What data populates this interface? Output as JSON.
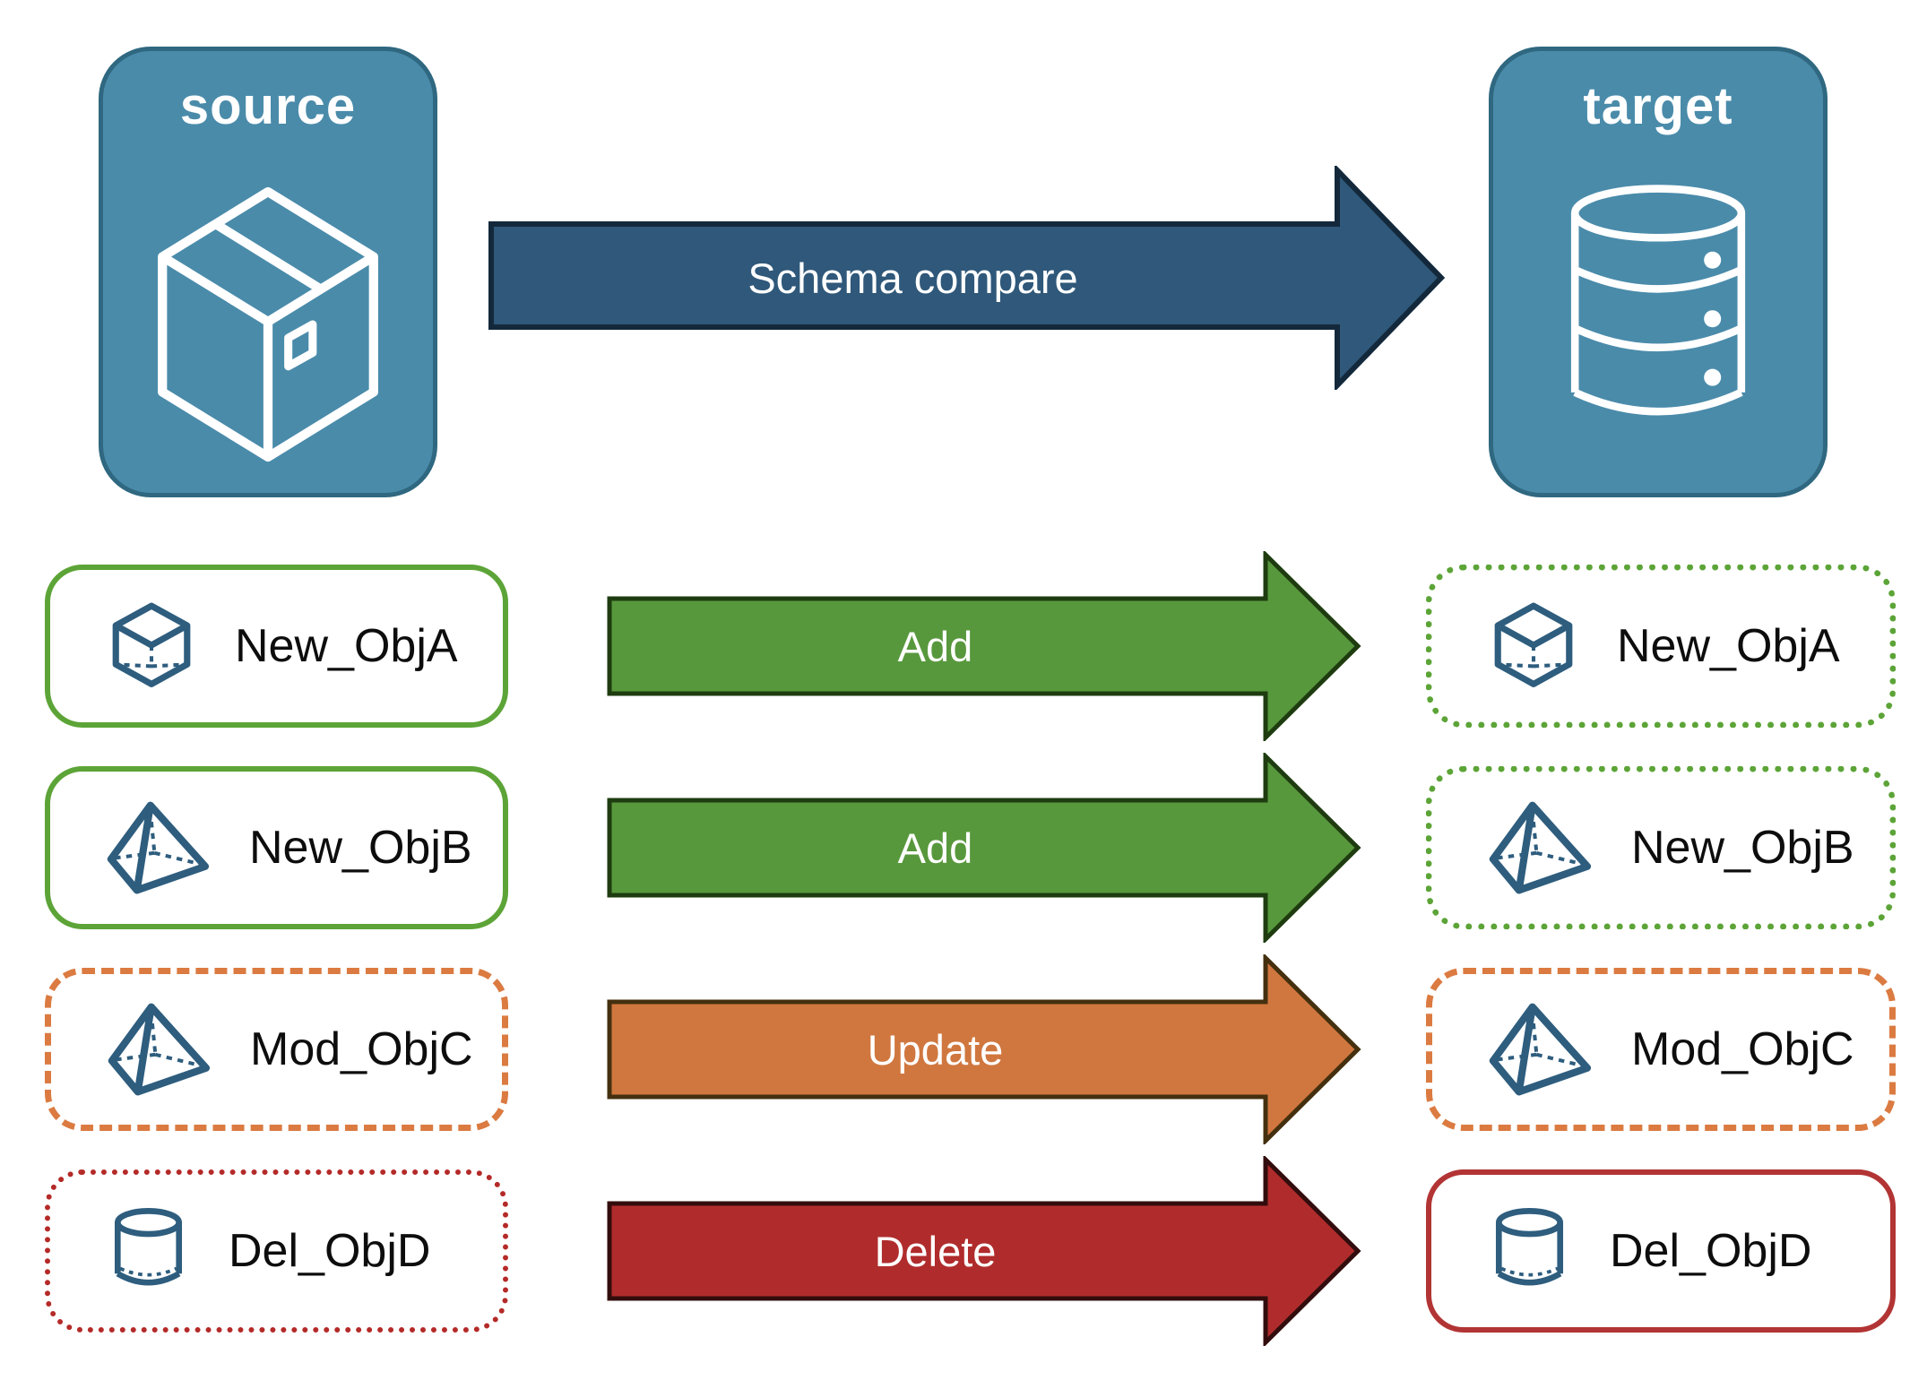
{
  "endpoints": {
    "source": {
      "label": "source",
      "icon": "package-box"
    },
    "target": {
      "label": "target",
      "icon": "database"
    }
  },
  "compare": {
    "label": "Schema compare"
  },
  "rows": [
    {
      "object": "New_ObjA",
      "icon": "cube",
      "action": "Add",
      "source_border": "solid-green",
      "target_border": "dotted-green"
    },
    {
      "object": "New_ObjB",
      "icon": "pyramid",
      "action": "Add",
      "source_border": "solid-green",
      "target_border": "dotted-green"
    },
    {
      "object": "Mod_ObjC",
      "icon": "pyramid",
      "action": "Update",
      "source_border": "dashed-orange",
      "target_border": "dashed-orange"
    },
    {
      "object": "Del_ObjD",
      "icon": "cylinder",
      "action": "Delete",
      "source_border": "dotted-red",
      "target_border": "solid-red"
    }
  ],
  "palette": {
    "card_blue_fill": "#4A8BAA",
    "card_blue_border": "#2F6880",
    "compare_arrow_fill": "#2F587A",
    "compare_arrow_border": "#13293B",
    "add_arrow_fill": "#58983D",
    "add_arrow_border": "#1E3C10",
    "green_box_border": "#5CA437",
    "update_arrow_fill": "#D0773F",
    "update_arrow_border": "#44300F",
    "orange_box_border": "#DB7B41",
    "delete_arrow_fill": "#B02C2C",
    "delete_arrow_border": "#330D0D",
    "red_dotted_box_border": "#B42A28",
    "red_solid_box_border": "#B23434",
    "object_icon_blue": "#2E5D7E",
    "label_text": "#0D0D0D",
    "arrow_text": "#FFFFFF"
  }
}
